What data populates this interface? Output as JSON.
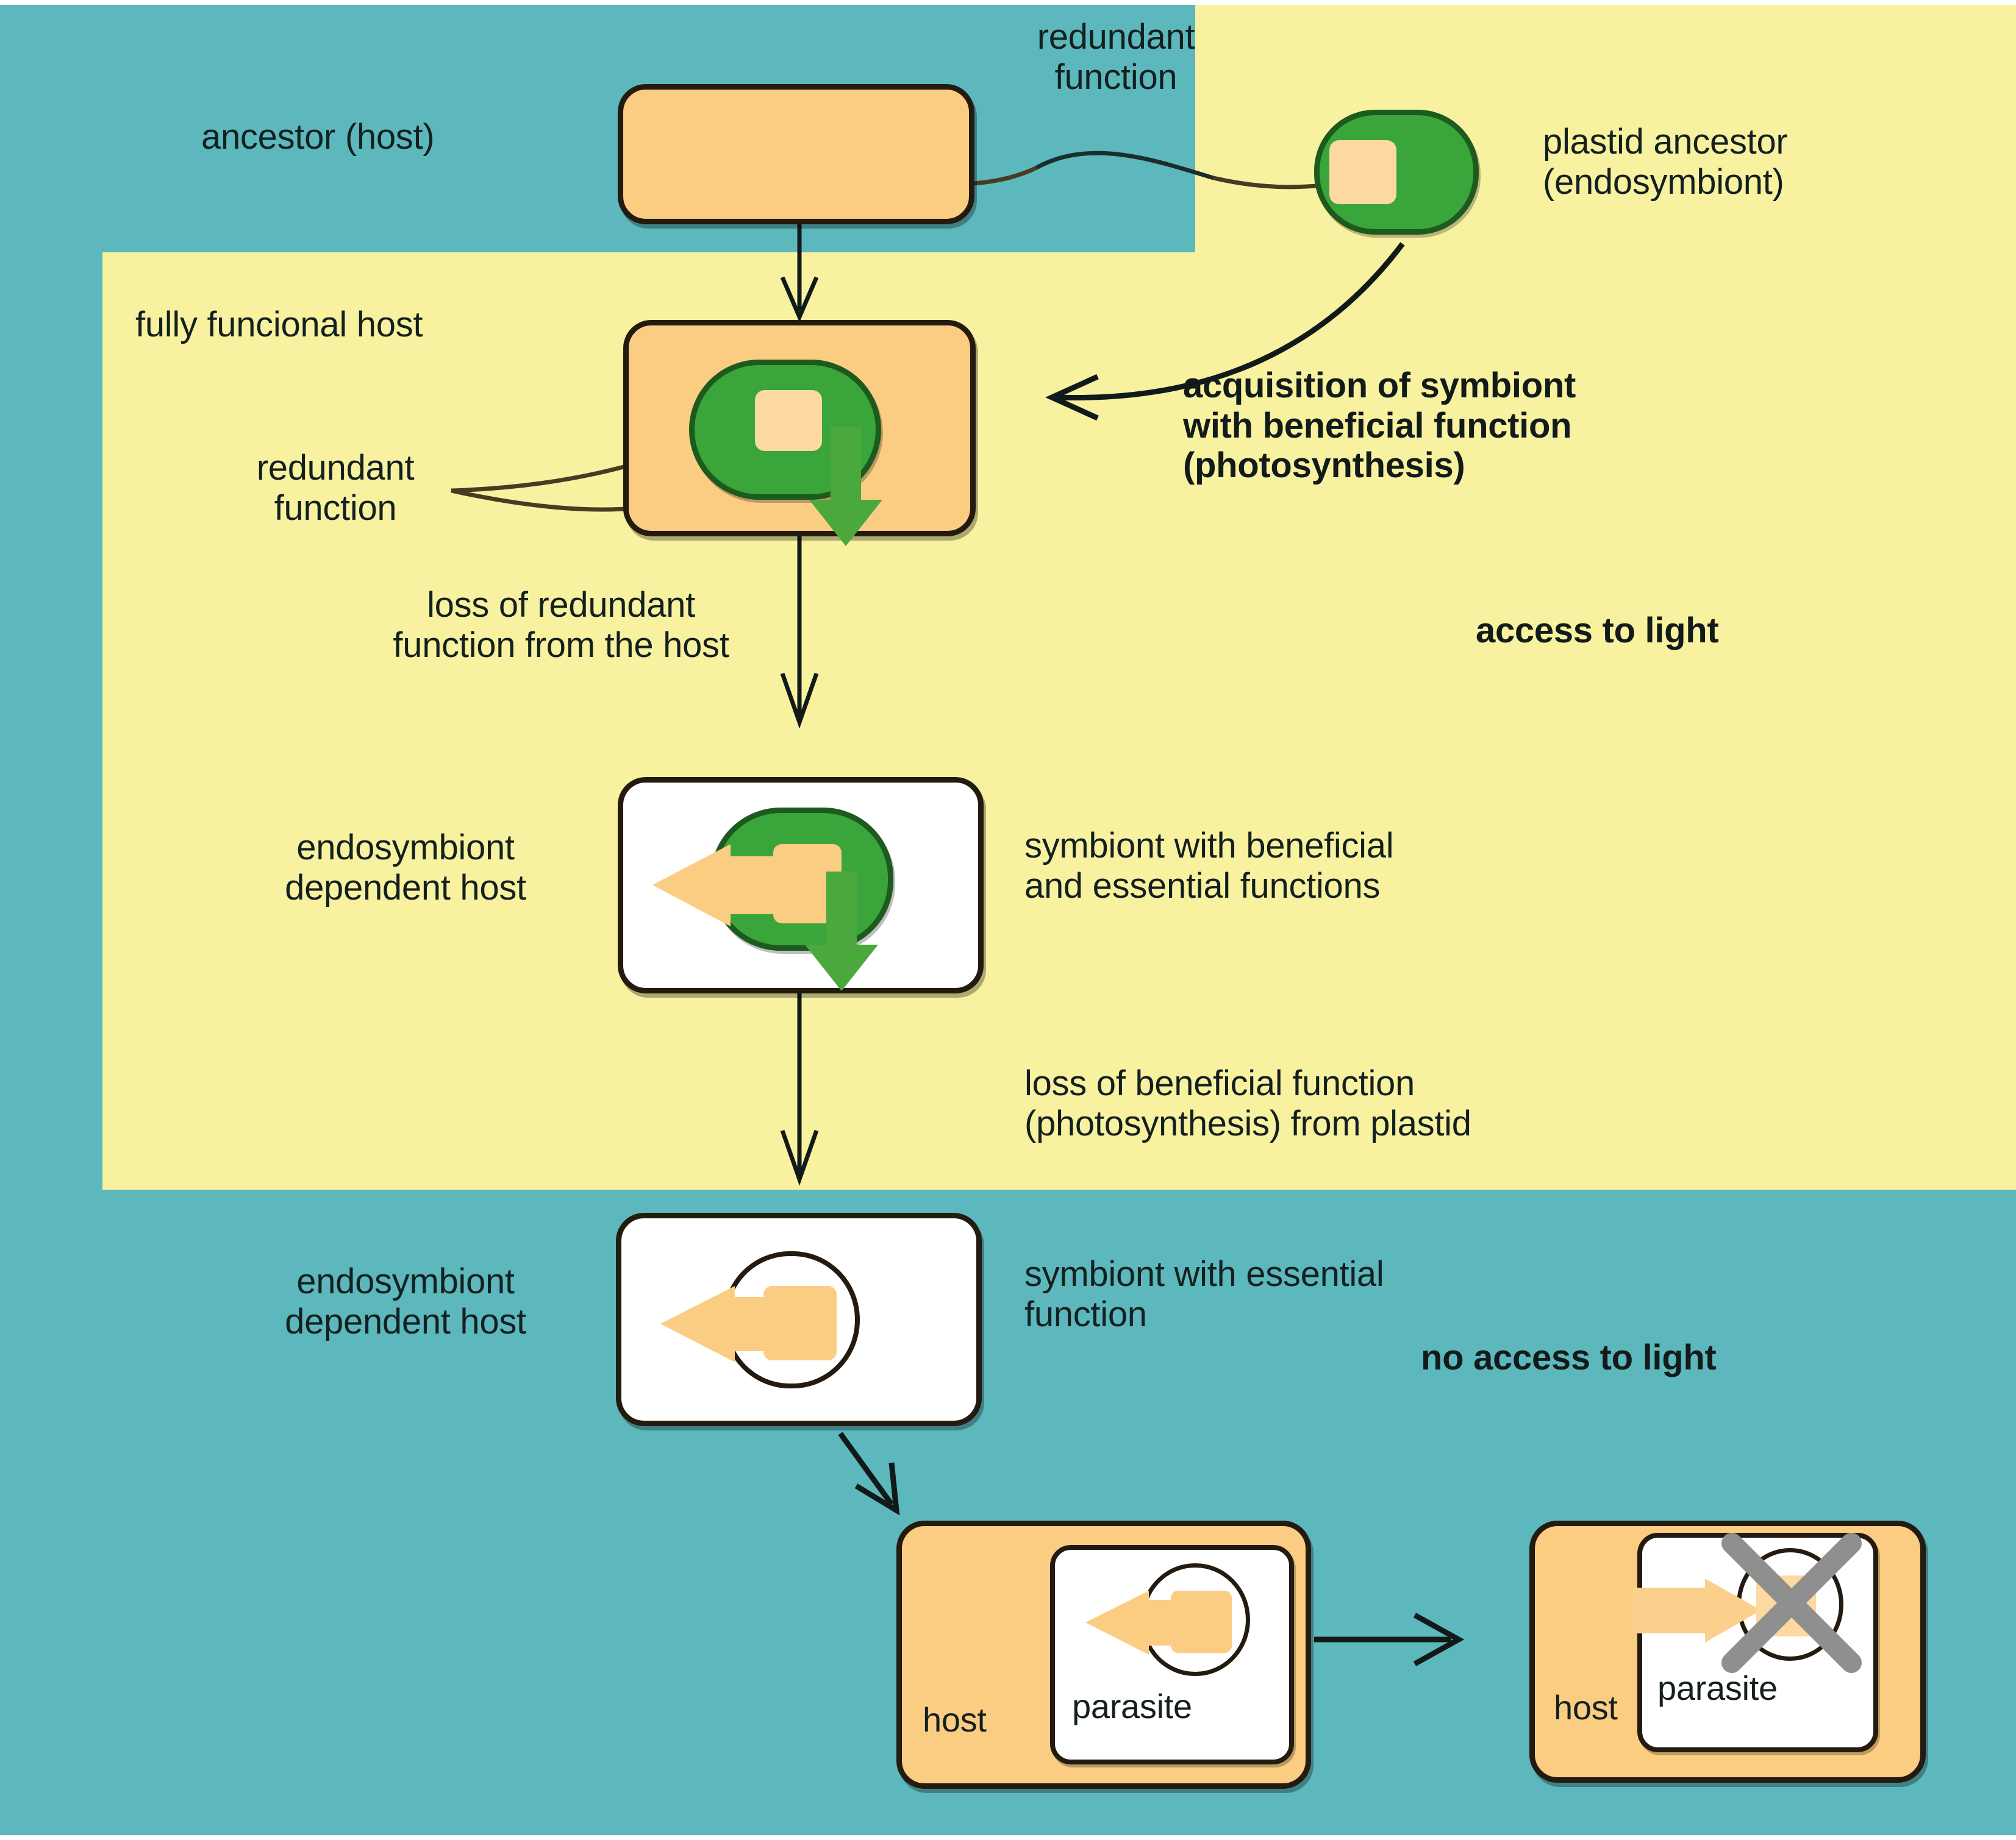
{
  "colors": {
    "teal_background": "#5cb8bd",
    "yellow_background": "#f8f2a0",
    "host_fill": "#fbcd82",
    "plastid_fill": "#3aa53a",
    "plastid_stroke": "#1d5a1d",
    "outline": "#231a10",
    "white_fill": "#ffffff",
    "cross_gray": "#8f8f8f",
    "arrow_green": "#4aa83c",
    "arrow_tan": "#fbcd82"
  },
  "environment": {
    "access_to_light": "access to light",
    "no_access_to_light": "no access to light"
  },
  "stages": {
    "ancestor_host": "ancestor (host)",
    "redundant_function_top": "redundant\nfunction",
    "plastid_ancestor": "plastid ancestor\n(endosymbiont)",
    "fully_functional_host": "fully funcional host",
    "redundant_function_mid": "redundant\nfunction",
    "acquisition": "acquisition of symbiont\nwith beneficial function\n(photosynthesis)",
    "loss_redundant": "loss of redundant\nfunction from the host",
    "endosymbiont_dependent_host_1": "endosymbiont\ndependent host",
    "symbiont_beneficial_essential": "symbiont with beneficial\nand essential functions",
    "loss_beneficial": "loss of beneficial function\n(photosynthesis) from plastid",
    "endosymbiont_dependent_host_2": "endosymbiont\ndependent host",
    "symbiont_essential": "symbiont with essential\nfunction",
    "host_label_left": "host",
    "parasite_label_left": "parasite",
    "host_label_right": "host",
    "parasite_label_right": "parasite"
  },
  "icons": {
    "plastid_icon": "plastid-organelle",
    "vesicle_icon": "vesicle-organelle",
    "down_arrow_icon": "arrow-down",
    "left_arrow_icon": "arrow-left",
    "right_arrow_icon": "arrow-right",
    "cross_icon": "cross-out-x",
    "leader_line_icon": "leader-line",
    "curved_arrow_icon": "curved-arrow"
  }
}
